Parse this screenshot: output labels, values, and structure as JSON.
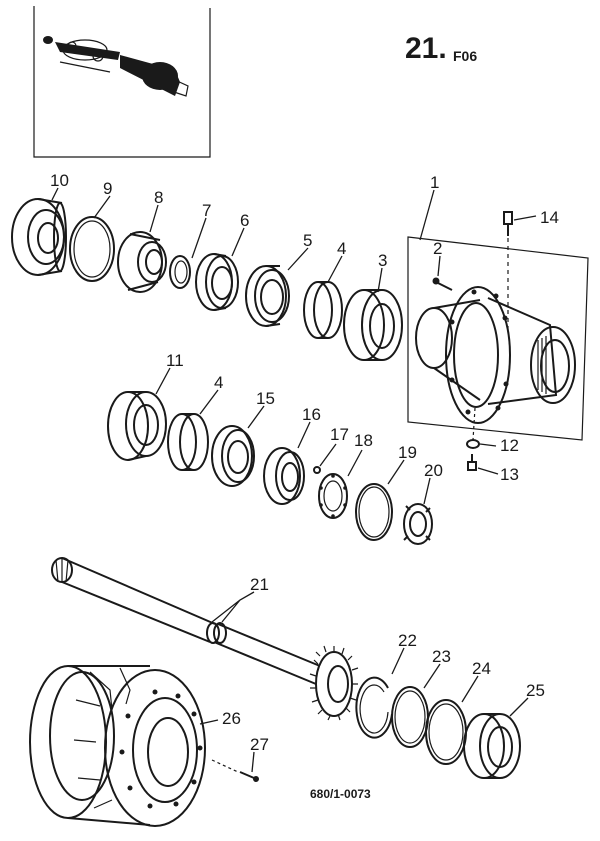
{
  "page": {
    "section_number": "21.",
    "section_code": "F06",
    "drawing_number": "680/1-0073"
  },
  "callouts": [
    "1",
    "2",
    "3",
    "4",
    "4",
    "5",
    "6",
    "7",
    "8",
    "9",
    "10",
    "11",
    "12",
    "13",
    "14",
    "15",
    "16",
    "17",
    "18",
    "19",
    "20",
    "21",
    "22",
    "23",
    "24",
    "25",
    "26",
    "27"
  ],
  "palette": {
    "ink": "#1a1a1a",
    "paper": "#ffffff"
  }
}
